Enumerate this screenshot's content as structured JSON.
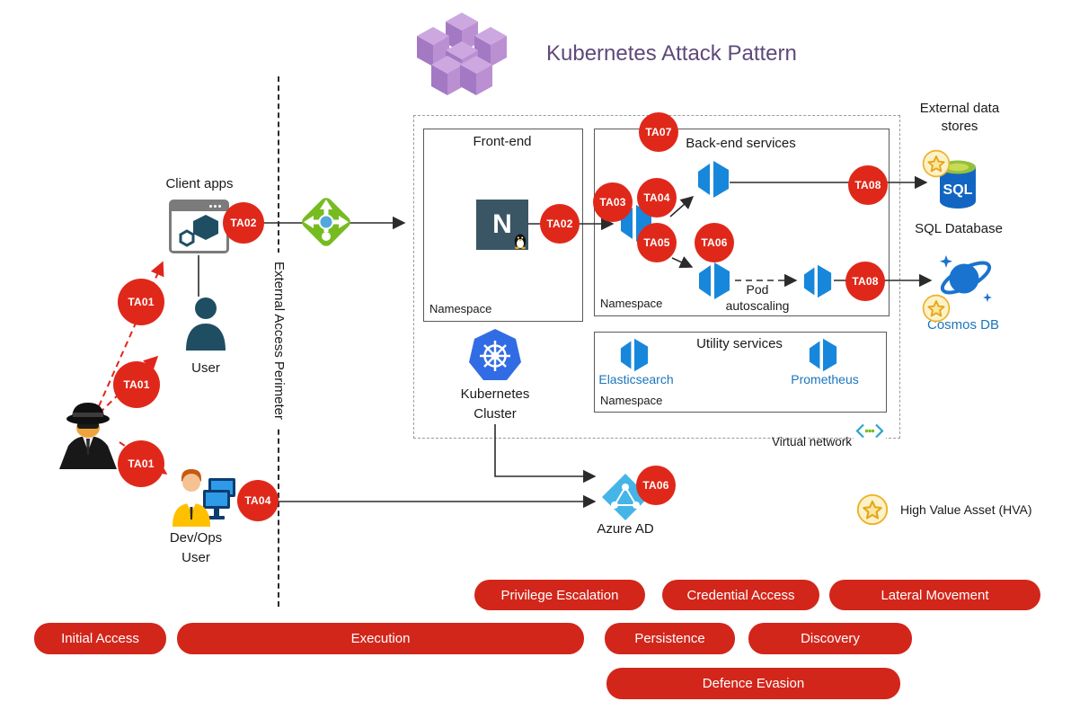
{
  "title": "Kubernetes Attack Pattern",
  "left_panel": {
    "client_apps": "Client apps",
    "user": "User",
    "devops_line1": "Dev/Ops",
    "devops_line2": "User"
  },
  "perimeter_label": "External Access Perimeter",
  "frontend": {
    "title": "Front-end",
    "namespace": "Namespace",
    "nginx_letter": "N"
  },
  "backend": {
    "title": "Back-end services",
    "namespace": "Namespace",
    "autoscaling_line1": "Pod",
    "autoscaling_line2": "autoscaling"
  },
  "utility": {
    "title": "Utility services",
    "namespace": "Namespace",
    "services": [
      "Elasticsearch",
      "Prometheus"
    ]
  },
  "cluster": {
    "line1": "Kubernetes",
    "line2": "Cluster"
  },
  "azure_ad_label": "Azure AD",
  "virtual_network_label": "Virtual network",
  "external_stores": {
    "title_line1": "External data",
    "title_line2": "stores",
    "sql_icon_text": "SQL",
    "sql_label": "SQL Database",
    "cosmos_label": "Cosmos DB"
  },
  "hva_legend": "High Value Asset (HVA)",
  "badges": [
    {
      "id": "ta01-upper",
      "label": "TA01"
    },
    {
      "id": "ta01-middle",
      "label": "TA01"
    },
    {
      "id": "ta01-lower",
      "label": "TA01"
    },
    {
      "id": "ta02-client-apps",
      "label": "TA02"
    },
    {
      "id": "ta02-frontend",
      "label": "TA02"
    },
    {
      "id": "ta03-backend",
      "label": "TA03"
    },
    {
      "id": "ta04-backend",
      "label": "TA04"
    },
    {
      "id": "ta05-backend",
      "label": "TA05"
    },
    {
      "id": "ta06-backend",
      "label": "TA06"
    },
    {
      "id": "ta07-backend",
      "label": "TA07"
    },
    {
      "id": "ta08-sql",
      "label": "TA08"
    },
    {
      "id": "ta08-cosmos",
      "label": "TA08"
    },
    {
      "id": "ta04-devops",
      "label": "TA04"
    },
    {
      "id": "ta06-azure-ad",
      "label": "TA06"
    }
  ],
  "tactics": {
    "row1": [
      "Privilege Escalation",
      "Credential Access",
      "Lateral Movement"
    ],
    "row2": [
      "Initial Access",
      "Execution",
      "Persistence",
      "Discovery"
    ],
    "row3": [
      "Defence Evasion"
    ]
  },
  "colors": {
    "badge_red": "#E0281A",
    "tactic_red": "#D2261B",
    "pod_blue": "#1787DB",
    "kubernetes_blue": "#326CE5",
    "title_purple": "#5F497A",
    "azure_ad_blue": "#45B5E8",
    "lb_green": "#76BC21",
    "dark_navy": "#1F4E63",
    "hva_gold": "#EEB22A",
    "link_blue": "#1B75BC"
  }
}
